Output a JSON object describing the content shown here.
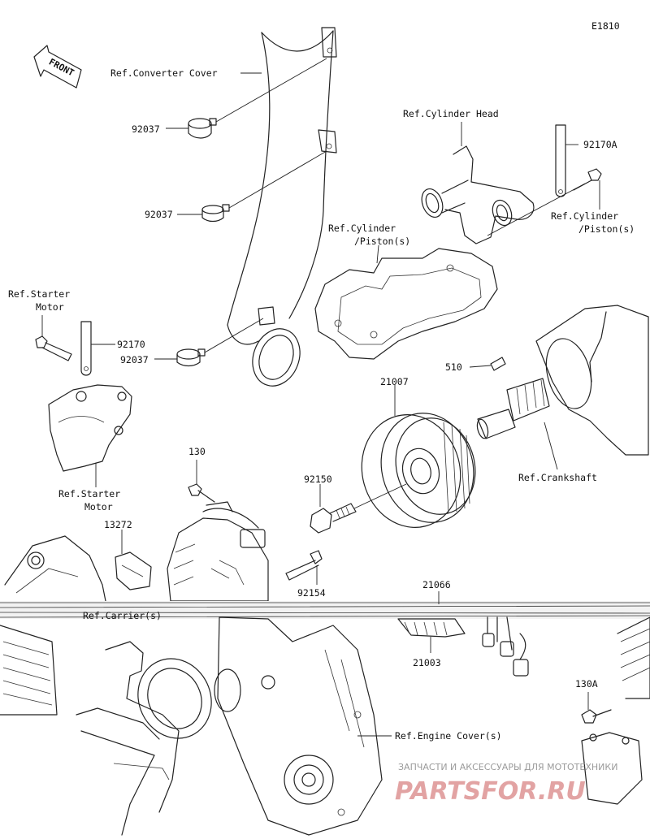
{
  "diagram": {
    "code": "E1810",
    "front_label": "FRONT",
    "labels": {
      "ref_converter_cover": "Ref.Converter Cover",
      "p92037_a": "92037",
      "p92037_b": "92037",
      "p92037_c": "92037",
      "ref_cylinder_head": "Ref.Cylinder Head",
      "p92170A": "92170A",
      "ref_cyl_piston_r1": "Ref.Cylinder",
      "ref_cyl_piston_r2": "/Piston(s)",
      "ref_cyl_piston_l1": "Ref.Cylinder",
      "ref_cyl_piston_l2": "/Piston(s)",
      "ref_starter_motor_t1": "Ref.Starter",
      "ref_starter_motor_t2": "Motor",
      "p92170": "92170",
      "p510": "510",
      "p21007": "21007",
      "ref_crankshaft": "Ref.Crankshaft",
      "ref_starter_motor_b1": "Ref.Starter",
      "ref_starter_motor_b2": "Motor",
      "p130": "130",
      "p92150": "92150",
      "p13272": "13272",
      "p92154": "92154",
      "p21066": "21066",
      "ref_carrier": "Ref.Carrier(s)",
      "p21003": "21003",
      "p130A": "130A",
      "ref_engine_cover": "Ref.Engine Cover(s)"
    },
    "watermark": {
      "line1": "ЗАПЧАСТИ И АКСЕССУАРЫ ДЛЯ МОТОТЕХНИКИ",
      "line2": "PARTSFOR.RU"
    }
  }
}
